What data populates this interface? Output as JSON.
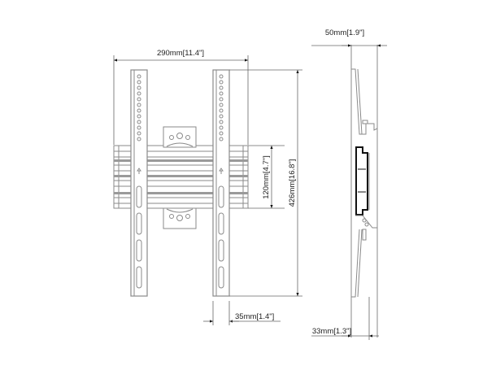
{
  "drawing": {
    "subject": "TV wall mount bracket — front and side views",
    "colors": {
      "line": "#8a8a8a",
      "dim_line": "#555555",
      "arrow": "#111111",
      "text": "#222222",
      "rail_shade": "#9a9a9a",
      "bracket_outline": "#111111",
      "background": "#ffffff"
    }
  },
  "dimensions": {
    "width_total": "290mm[11.4\"]",
    "height_total": "426mm[16.8\"]",
    "rail_height": "120mm[4.7\"]",
    "strap_width": "35mm[1.4\"]",
    "depth_max": "50mm[1.9\"]",
    "depth_min": "33mm[1.3\"]"
  },
  "views": {
    "front": {
      "label": "front-view",
      "strap_holes_per_column": 12,
      "slots_per_strap": 4
    },
    "side": {
      "label": "side-view"
    }
  }
}
